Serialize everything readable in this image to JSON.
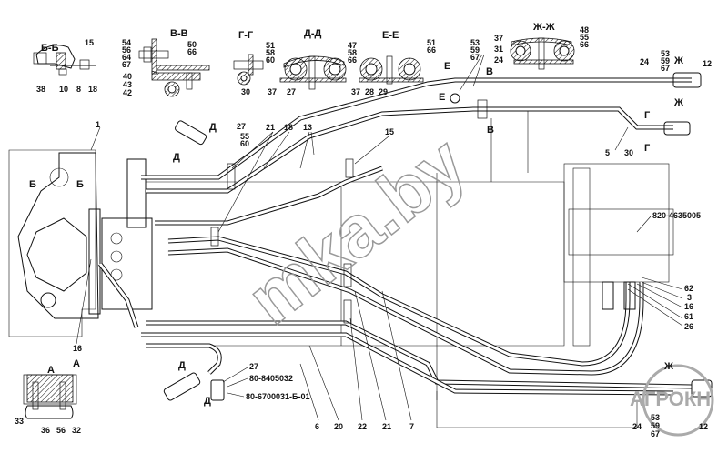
{
  "watermark": "mka.by",
  "logo": "АГРОКН",
  "sections": {
    "bb": "Б-Б",
    "vv": "В-В",
    "gg": "Г-Г",
    "dd": "Д-Д",
    "ee": "Е-Е",
    "zhzh": "Ж-Ж",
    "a": "А"
  },
  "section_bb": {
    "l15": "15",
    "l38": "38",
    "l10": "10",
    "l8": "8",
    "l18": "18"
  },
  "section_vv": {
    "stack": [
      "54",
      "56",
      "64",
      "67"
    ],
    "l50": "50",
    "l66": "66",
    "l40": "40",
    "l43": "43",
    "l42": "42"
  },
  "section_gg": {
    "stack": [
      "51",
      "58",
      "60"
    ],
    "l30": "30"
  },
  "section_dd": {
    "stack": [
      "47",
      "58",
      "66"
    ],
    "l37": "37",
    "l27": "27"
  },
  "section_ee": {
    "stack": [
      "51",
      "66"
    ],
    "l37": "37",
    "l28": "28",
    "l29": "29"
  },
  "section_zhzh": {
    "stack": [
      "48",
      "55",
      "66"
    ],
    "l37": "37",
    "l31": "31",
    "l24": "24"
  },
  "section_a": {
    "l33": "33",
    "l36": "36",
    "l56": "56",
    "l32": "32"
  },
  "cut_marks": {
    "b": "Б",
    "v": "В",
    "g": "Г",
    "d": "Д",
    "e": "Е",
    "zh": "Ж",
    "a": "А"
  },
  "top_right": {
    "stack1": [
      "53",
      "59",
      "67"
    ],
    "stack2": [
      "53",
      "59",
      "67"
    ],
    "l24": "24",
    "l12": "12",
    "l30": "30",
    "l5": "5"
  },
  "main": {
    "l1": "1",
    "l27": "27",
    "stack55": [
      "55",
      "60"
    ],
    "l21": "21",
    "l18": "18",
    "l13": "13",
    "l15": "15",
    "l16": "16"
  },
  "right": {
    "part": "820-4635005",
    "l62": "62",
    "l3": "3",
    "l16": "16",
    "l61": "61",
    "l26": "26"
  },
  "bottom": {
    "l27": "27",
    "part1": "80-8405032",
    "part2": "80-6700031-Б-01",
    "l6": "6",
    "l20": "20",
    "l22": "22",
    "l21": "21",
    "l7": "7",
    "l24": "24",
    "stack": [
      "53",
      "59",
      "67"
    ],
    "l12": "12"
  }
}
